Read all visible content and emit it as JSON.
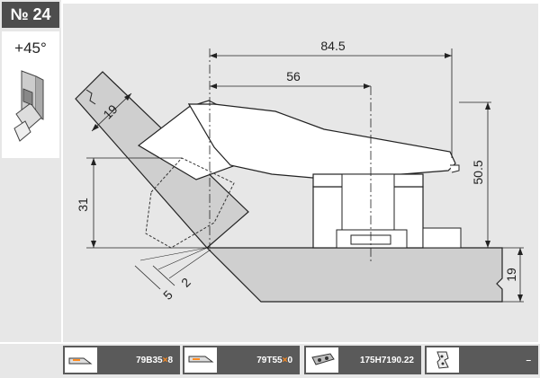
{
  "badge": "№ 24",
  "angle": "+45°",
  "dimensions": {
    "d845": "84.5",
    "d56": "56",
    "d505": "50.5",
    "d19_door": "19",
    "d31": "31",
    "d19_side": "19",
    "d5": "5",
    "d2": "2"
  },
  "parts": [
    {
      "prefix": "79B35",
      "mark": "×",
      "suffix": "8"
    },
    {
      "prefix": "79T55",
      "mark": "×",
      "suffix": "0"
    },
    {
      "code": "175H7190.22"
    },
    {
      "code": "–"
    }
  ],
  "colors": {
    "panel": "#e7e7e7",
    "badge": "#4d4d4d",
    "part_bar": "#5a5a5a",
    "highlight": "#ff8a1e"
  }
}
